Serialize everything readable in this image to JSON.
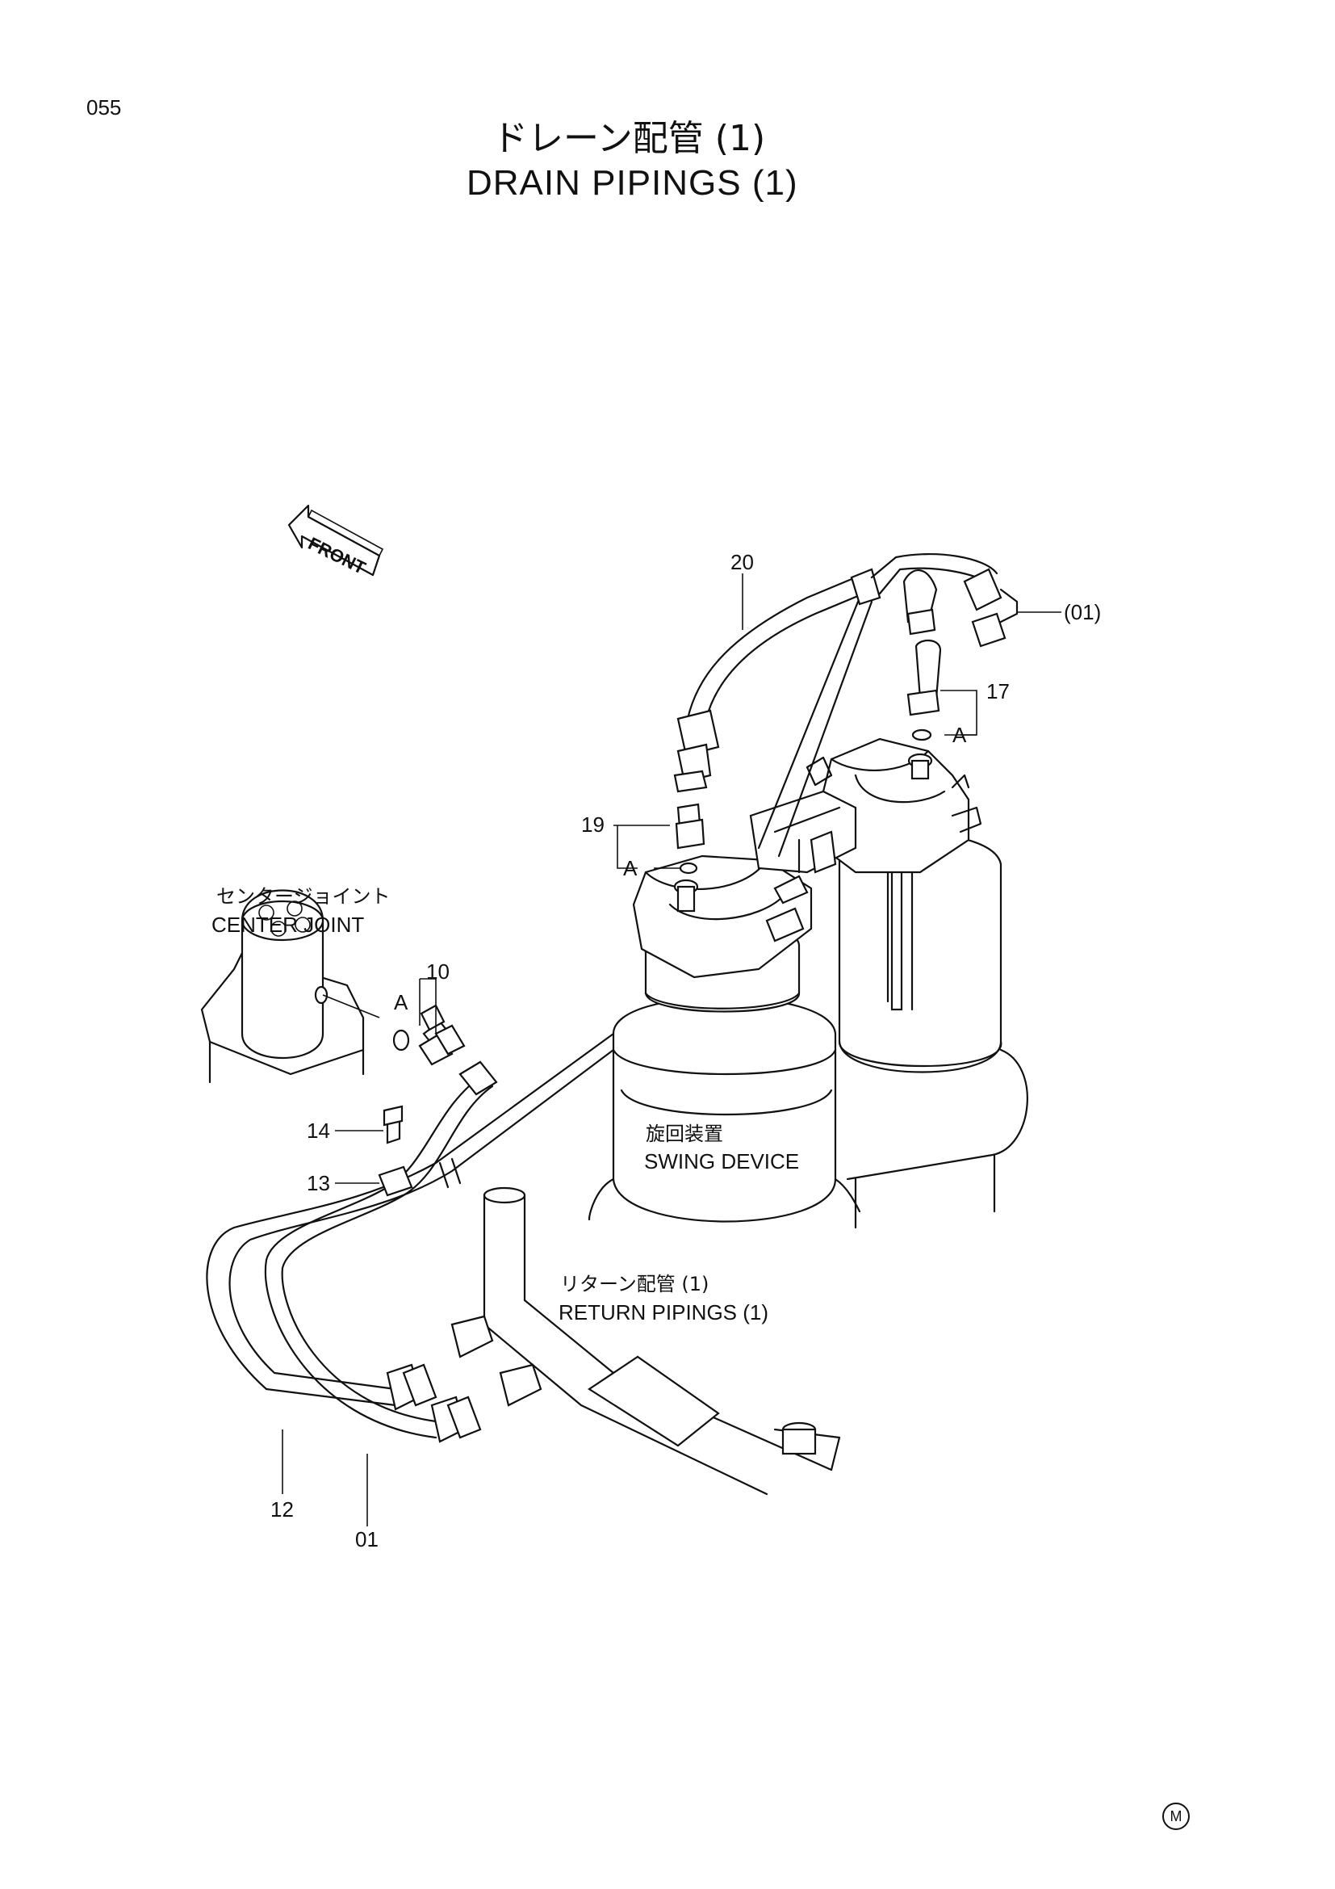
{
  "page": {
    "number": "055",
    "title_jp": "ドレーン配管 (1)",
    "title_en": "DRAIN PIPINGS (1)"
  },
  "orientation": {
    "front_label": "FRONT"
  },
  "components": {
    "center_joint_jp": "センタージョイント",
    "center_joint_en": "CENTER JOINT",
    "swing_device_jp": "旋回装置",
    "swing_device_en": "SWING DEVICE",
    "return_pipings_jp": "リターン配管 (1)",
    "return_pipings_en": "RETURN PIPINGS (1)"
  },
  "callouts": {
    "c20": "20",
    "c01_ref": "(01)",
    "c17": "17",
    "a_right": "A",
    "c19": "19",
    "a_mid": "A",
    "c10": "10",
    "a_left": "A",
    "c14": "14",
    "c13": "13",
    "c12": "12",
    "c01": "01"
  },
  "footer": {
    "mark": "M"
  }
}
